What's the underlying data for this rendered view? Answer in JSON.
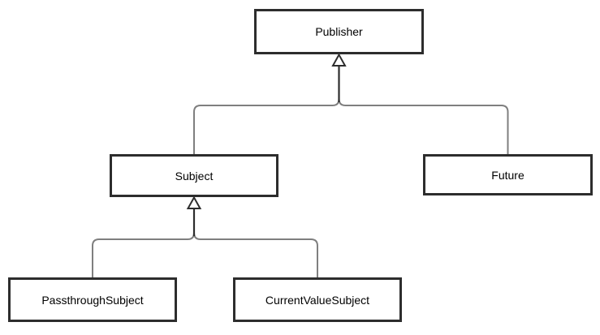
{
  "diagram": {
    "type": "class-inheritance-diagram",
    "nodes": [
      {
        "id": "publisher",
        "label": "Publisher"
      },
      {
        "id": "subject",
        "label": "Subject"
      },
      {
        "id": "future",
        "label": "Future"
      },
      {
        "id": "passthrough-subject",
        "label": "PassthroughSubject"
      },
      {
        "id": "current-value-subject",
        "label": "CurrentValueSubject"
      }
    ],
    "edges": [
      {
        "from": "subject",
        "to": "publisher",
        "type": "inheritance"
      },
      {
        "from": "future",
        "to": "publisher",
        "type": "inheritance"
      },
      {
        "from": "passthrough-subject",
        "to": "subject",
        "type": "inheritance"
      },
      {
        "from": "current-value-subject",
        "to": "subject",
        "type": "inheritance"
      }
    ],
    "colors": {
      "background": "#ffffff",
      "box_border": "#2d2d2d",
      "box_fill": "#ffffff",
      "connector": "#7f7f7f",
      "connector_merged": "#2d2d2d",
      "text": "#000000"
    }
  }
}
